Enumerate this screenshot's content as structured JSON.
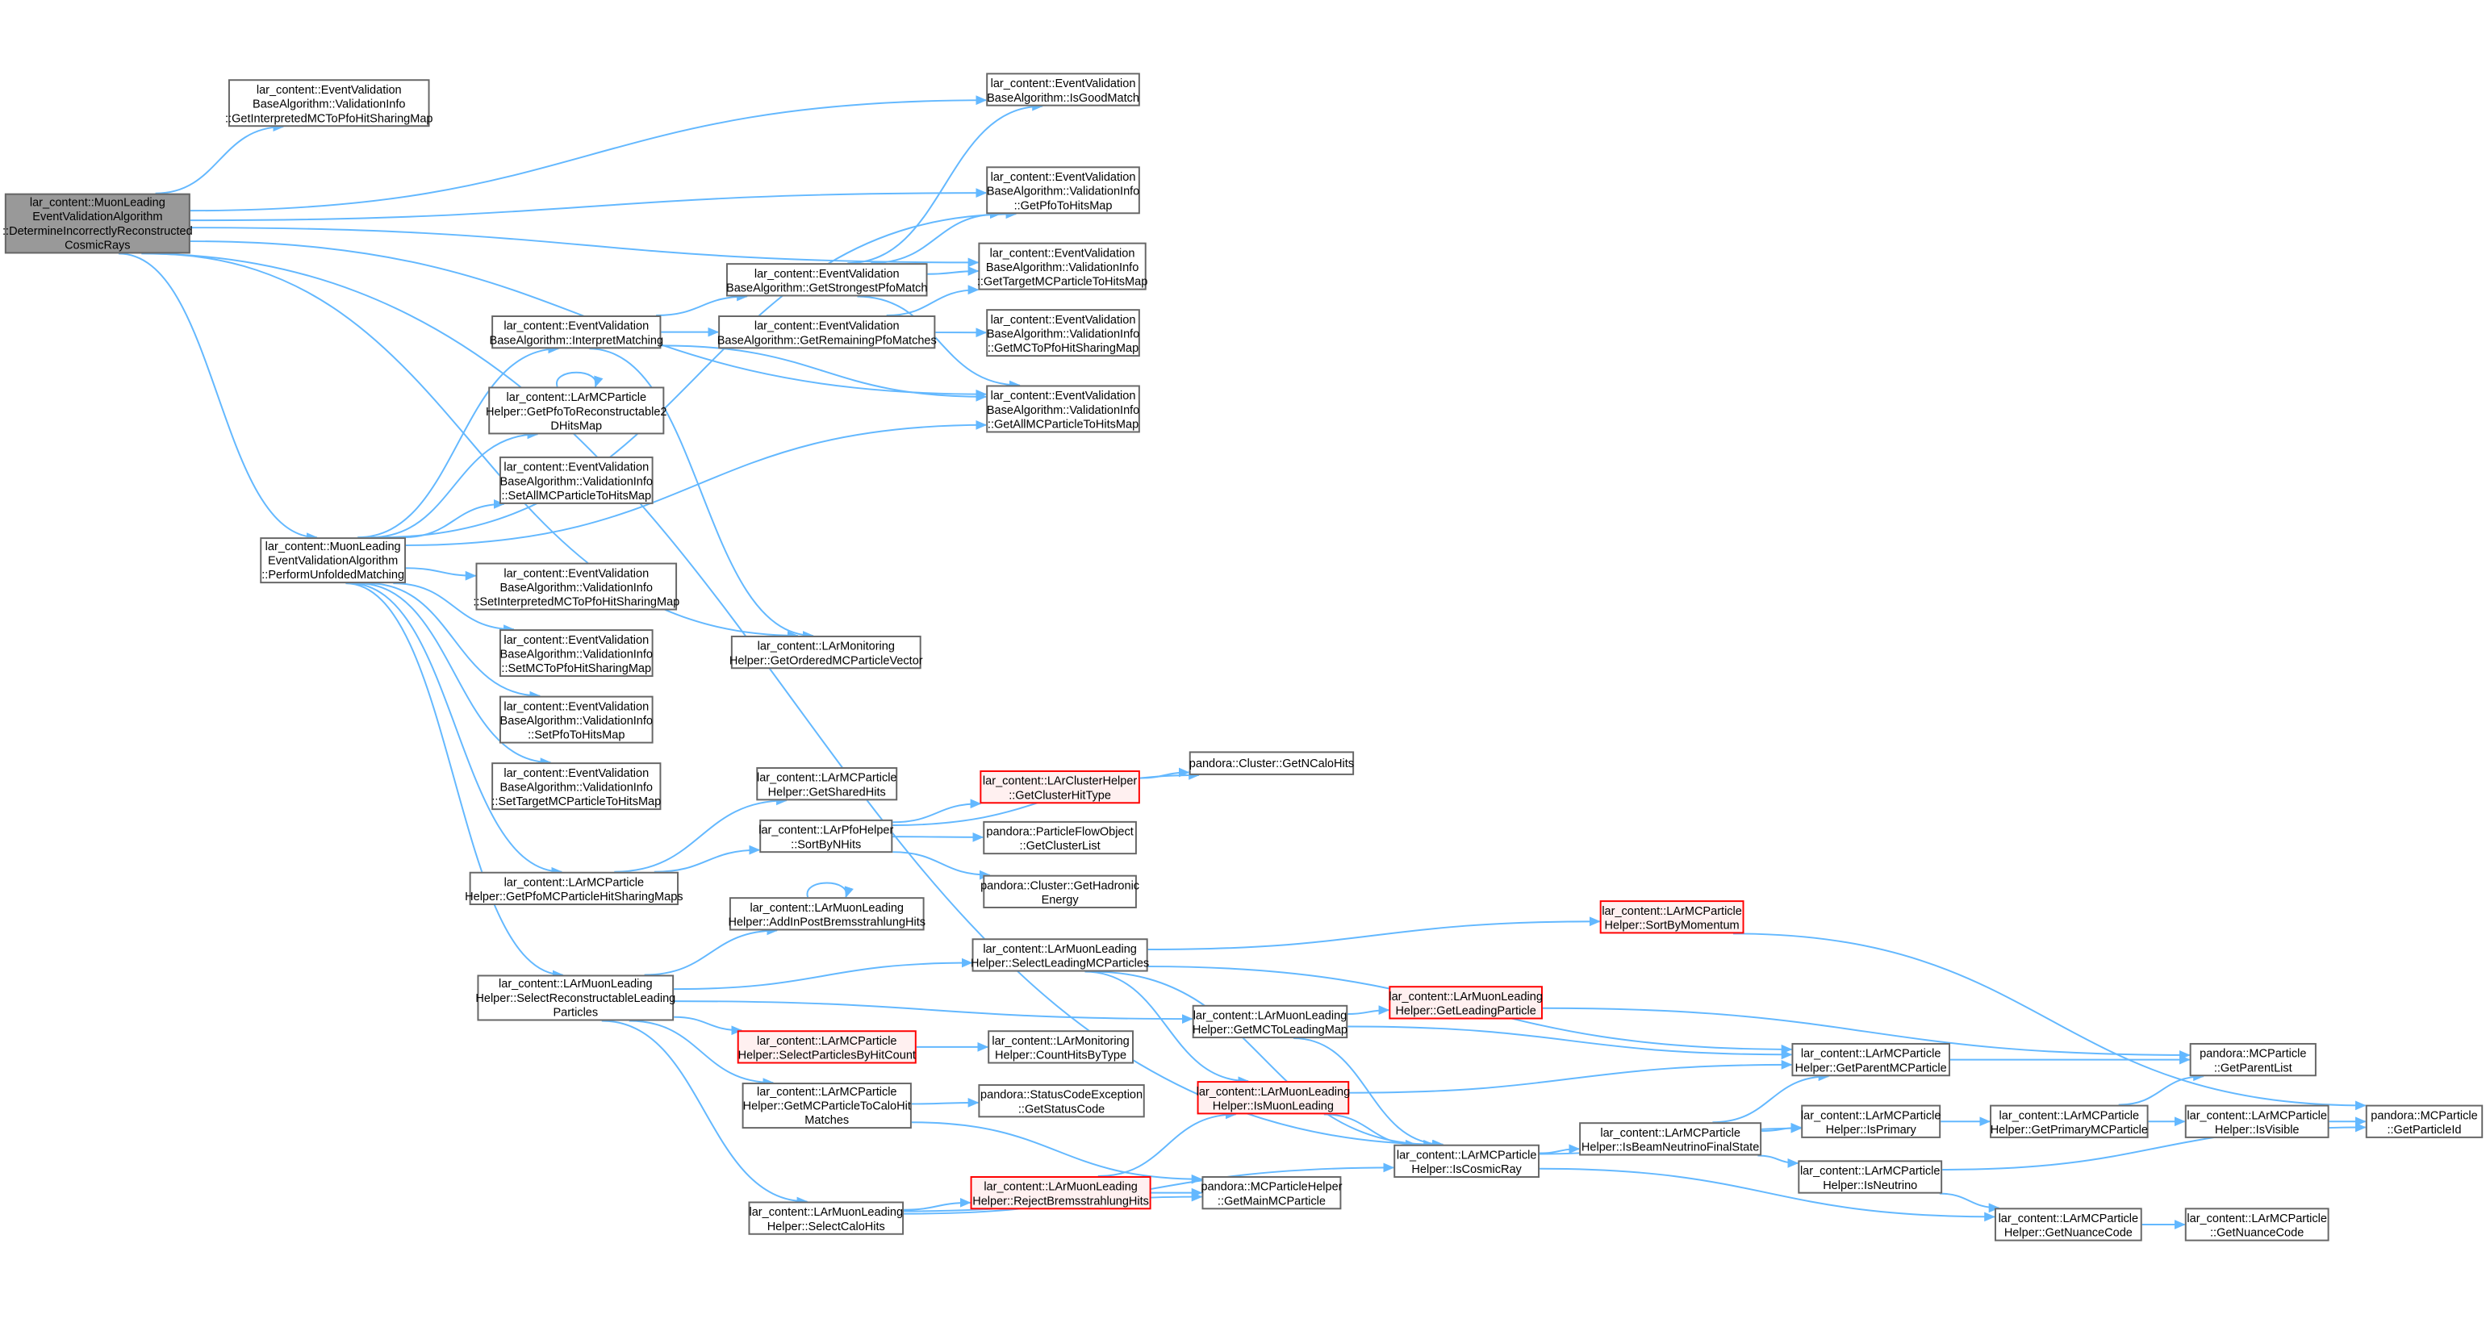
{
  "nodes": [
    {
      "id": "root",
      "lines": [
        "lar_content::MuonLeading",
        "EventValidationAlgorithm",
        "::DetermineIncorrectlyReconstructed",
        "CosmicRays"
      ],
      "style": "root"
    },
    {
      "id": "interpMCToPfoShareMap",
      "lines": [
        "lar_content::EventValidation",
        "BaseAlgorithm::ValidationInfo",
        "::GetInterpretedMCToPfoHitSharingMap"
      ]
    },
    {
      "id": "isGoodMatch",
      "lines": [
        "lar_content::EventValidation",
        "BaseAlgorithm::IsGoodMatch"
      ]
    },
    {
      "id": "getPfoToHitsMap",
      "lines": [
        "lar_content::EventValidation",
        "BaseAlgorithm::ValidationInfo",
        "::GetPfoToHitsMap"
      ]
    },
    {
      "id": "getTargetMCPToHitsMap",
      "lines": [
        "lar_content::EventValidation",
        "BaseAlgorithm::ValidationInfo",
        "::GetTargetMCParticleToHitsMap"
      ]
    },
    {
      "id": "getMCToPfoShareMap",
      "lines": [
        "lar_content::EventValidation",
        "BaseAlgorithm::ValidationInfo",
        "::GetMCToPfoHitSharingMap"
      ]
    },
    {
      "id": "getAllMCPToHitsMap",
      "lines": [
        "lar_content::EventValidation",
        "BaseAlgorithm::ValidationInfo",
        "::GetAllMCParticleToHitsMap"
      ]
    },
    {
      "id": "getStrongestPfoMatch",
      "lines": [
        "lar_content::EventValidation",
        "BaseAlgorithm::GetStrongestPfoMatch"
      ]
    },
    {
      "id": "getRemainingPfoMatches",
      "lines": [
        "lar_content::EventValidation",
        "BaseAlgorithm::GetRemainingPfoMatches"
      ]
    },
    {
      "id": "interpretMatching",
      "lines": [
        "lar_content::EventValidation",
        "BaseAlgorithm::InterpretMatching"
      ]
    },
    {
      "id": "getPfoToReco2D",
      "lines": [
        "lar_content::LArMCParticle",
        "Helper::GetPfoToReconstructable2",
        "DHitsMap"
      ]
    },
    {
      "id": "setAllMCPToHitsMap",
      "lines": [
        "lar_content::EventValidation",
        "BaseAlgorithm::ValidationInfo",
        "::SetAllMCParticleToHitsMap"
      ]
    },
    {
      "id": "performUnfolded",
      "lines": [
        "lar_content::MuonLeading",
        "EventValidationAlgorithm",
        "::PerformUnfoldedMatching"
      ]
    },
    {
      "id": "setInterpMCToPfoShareMap",
      "lines": [
        "lar_content::EventValidation",
        "BaseAlgorithm::ValidationInfo",
        "::SetInterpretedMCToPfoHitSharingMap"
      ]
    },
    {
      "id": "setMCToPfoShareMap",
      "lines": [
        "lar_content::EventValidation",
        "BaseAlgorithm::ValidationInfo",
        "::SetMCToPfoHitSharingMap"
      ]
    },
    {
      "id": "setPfoToHitsMap",
      "lines": [
        "lar_content::EventValidation",
        "BaseAlgorithm::ValidationInfo",
        "::SetPfoToHitsMap"
      ]
    },
    {
      "id": "setTargetMCPToHitsMap",
      "lines": [
        "lar_content::EventValidation",
        "BaseAlgorithm::ValidationInfo",
        "::SetTargetMCParticleToHitsMap"
      ]
    },
    {
      "id": "getOrderedMCPVector",
      "lines": [
        "lar_content::LArMonitoring",
        "Helper::GetOrderedMCParticleVector"
      ]
    },
    {
      "id": "getSharedHits",
      "lines": [
        "lar_content::LArMCParticle",
        "Helper::GetSharedHits"
      ]
    },
    {
      "id": "getNCaloHits",
      "lines": [
        "pandora::Cluster::GetNCaloHits"
      ]
    },
    {
      "id": "getClusterHitType",
      "lines": [
        "lar_content::LArClusterHelper",
        "::GetClusterHitType"
      ],
      "style": "red"
    },
    {
      "id": "sortByNHits",
      "lines": [
        "lar_content::LArPfoHelper",
        "::SortByNHits"
      ]
    },
    {
      "id": "getClusterList",
      "lines": [
        "pandora::ParticleFlowObject",
        "::GetClusterList"
      ]
    },
    {
      "id": "getHadronicEnergy",
      "lines": [
        "pandora::Cluster::GetHadronic",
        "Energy"
      ]
    },
    {
      "id": "getPfoMCPShareMaps",
      "lines": [
        "lar_content::LArMCParticle",
        "Helper::GetPfoMCParticleHitSharingMaps"
      ]
    },
    {
      "id": "addInPostBrems",
      "lines": [
        "lar_content::LArMuonLeading",
        "Helper::AddInPostBremsstrahlungHits"
      ]
    },
    {
      "id": "sortByMomentum",
      "lines": [
        "lar_content::LArMCParticle",
        "Helper::SortByMomentum"
      ],
      "style": "red"
    },
    {
      "id": "selectLeadingMCP",
      "lines": [
        "lar_content::LArMuonLeading",
        "Helper::SelectLeadingMCParticles"
      ]
    },
    {
      "id": "selectRecoLeading",
      "lines": [
        "lar_content::LArMuonLeading",
        "Helper::SelectReconstructableLeading",
        "Particles"
      ]
    },
    {
      "id": "getLeadingParticle",
      "lines": [
        "lar_content::LArMuonLeading",
        "Helper::GetLeadingParticle"
      ],
      "style": "red"
    },
    {
      "id": "getMCToLeadingMap",
      "lines": [
        "lar_content::LArMuonLeading",
        "Helper::GetMCToLeadingMap"
      ]
    },
    {
      "id": "selectParticlesByHitCount",
      "lines": [
        "lar_content::LArMCParticle",
        "Helper::SelectParticlesByHitCount"
      ],
      "style": "red"
    },
    {
      "id": "countHitsByType",
      "lines": [
        "lar_content::LArMonitoring",
        "Helper::CountHitsByType"
      ]
    },
    {
      "id": "getParentMCP",
      "lines": [
        "lar_content::LArMCParticle",
        "Helper::GetParentMCParticle"
      ]
    },
    {
      "id": "getParentList",
      "lines": [
        "pandora::MCParticle",
        "::GetParentList"
      ]
    },
    {
      "id": "isMuonLeading",
      "lines": [
        "lar_content::LArMuonLeading",
        "Helper::IsMuonLeading"
      ],
      "style": "red"
    },
    {
      "id": "getMCPToCaloHitMatches",
      "lines": [
        "lar_content::LArMCParticle",
        "Helper::GetMCParticleToCaloHit",
        "Matches"
      ]
    },
    {
      "id": "getStatusCode",
      "lines": [
        "pandora::StatusCodeException",
        "::GetStatusCode"
      ]
    },
    {
      "id": "isPrimary",
      "lines": [
        "lar_content::LArMCParticle",
        "Helper::IsPrimary"
      ]
    },
    {
      "id": "getPrimaryMCP",
      "lines": [
        "lar_content::LArMCParticle",
        "Helper::GetPrimaryMCParticle"
      ]
    },
    {
      "id": "isVisible",
      "lines": [
        "lar_content::LArMCParticle",
        "Helper::IsVisible"
      ]
    },
    {
      "id": "getParticleId",
      "lines": [
        "pandora::MCParticle",
        "::GetParticleId"
      ]
    },
    {
      "id": "isBeamNuFinal",
      "lines": [
        "lar_content::LArMCParticle",
        "Helper::IsBeamNeutrinoFinalState"
      ]
    },
    {
      "id": "isCosmicRay",
      "lines": [
        "lar_content::LArMCParticle",
        "Helper::IsCosmicRay"
      ]
    },
    {
      "id": "isNeutrino",
      "lines": [
        "lar_content::LArMCParticle",
        "Helper::IsNeutrino"
      ]
    },
    {
      "id": "rejectBrems",
      "lines": [
        "lar_content::LArMuonLeading",
        "Helper::RejectBremsstrahlungHits"
      ],
      "style": "red"
    },
    {
      "id": "getMainMCP",
      "lines": [
        "pandora::MCParticleHelper",
        "::GetMainMCParticle"
      ]
    },
    {
      "id": "selectCaloHits",
      "lines": [
        "lar_content::LArMuonLeading",
        "Helper::SelectCaloHits"
      ]
    },
    {
      "id": "getNuanceCode",
      "lines": [
        "lar_content::LArMCParticle",
        "Helper::GetNuanceCode"
      ]
    },
    {
      "id": "getNuanceCode2",
      "lines": [
        "lar_content::LArMCParticle",
        "::GetNuanceCode"
      ]
    }
  ],
  "edges": [
    [
      "root",
      "interpMCToPfoShareMap"
    ],
    [
      "root",
      "isGoodMatch"
    ],
    [
      "root",
      "getPfoToHitsMap"
    ],
    [
      "root",
      "getTargetMCPToHitsMap"
    ],
    [
      "root",
      "getAllMCPToHitsMap"
    ],
    [
      "root",
      "performUnfolded"
    ],
    [
      "root",
      "getOrderedMCPVector"
    ],
    [
      "root",
      "isCosmicRay"
    ],
    [
      "performUnfolded",
      "getPfoToHitsMap"
    ],
    [
      "performUnfolded",
      "interpretMatching"
    ],
    [
      "performUnfolded",
      "getPfoToReco2D"
    ],
    [
      "performUnfolded",
      "setAllMCPToHitsMap"
    ],
    [
      "performUnfolded",
      "getAllMCPToHitsMap"
    ],
    [
      "performUnfolded",
      "setInterpMCToPfoShareMap"
    ],
    [
      "performUnfolded",
      "setMCToPfoShareMap"
    ],
    [
      "performUnfolded",
      "setPfoToHitsMap"
    ],
    [
      "performUnfolded",
      "setTargetMCPToHitsMap"
    ],
    [
      "performUnfolded",
      "getPfoMCPShareMaps"
    ],
    [
      "performUnfolded",
      "selectRecoLeading"
    ],
    [
      "interpretMatching",
      "getStrongestPfoMatch"
    ],
    [
      "interpretMatching",
      "getRemainingPfoMatches"
    ],
    [
      "interpretMatching",
      "getAllMCPToHitsMap"
    ],
    [
      "interpretMatching",
      "getOrderedMCPVector"
    ],
    [
      "getStrongestPfoMatch",
      "isGoodMatch"
    ],
    [
      "getStrongestPfoMatch",
      "getPfoToHitsMap"
    ],
    [
      "getStrongestPfoMatch",
      "getTargetMCPToHitsMap"
    ],
    [
      "getStrongestPfoMatch",
      "getAllMCPToHitsMap"
    ],
    [
      "getRemainingPfoMatches",
      "getTargetMCPToHitsMap"
    ],
    [
      "getRemainingPfoMatches",
      "getMCToPfoShareMap"
    ],
    [
      "getPfoToReco2D",
      "getPfoToReco2D"
    ],
    [
      "getPfoMCPShareMaps",
      "getSharedHits"
    ],
    [
      "getPfoMCPShareMaps",
      "sortByNHits"
    ],
    [
      "sortByNHits",
      "getNCaloHits"
    ],
    [
      "sortByNHits",
      "getClusterHitType"
    ],
    [
      "sortByNHits",
      "getClusterList"
    ],
    [
      "sortByNHits",
      "getHadronicEnergy"
    ],
    [
      "getClusterHitType",
      "getNCaloHits"
    ],
    [
      "selectRecoLeading",
      "addInPostBrems"
    ],
    [
      "selectRecoLeading",
      "selectLeadingMCP"
    ],
    [
      "selectRecoLeading",
      "getMCToLeadingMap"
    ],
    [
      "selectRecoLeading",
      "selectParticlesByHitCount"
    ],
    [
      "selectRecoLeading",
      "getMCPToCaloHitMatches"
    ],
    [
      "selectRecoLeading",
      "selectCaloHits"
    ],
    [
      "addInPostBrems",
      "addInPostBrems"
    ],
    [
      "selectLeadingMCP",
      "sortByMomentum"
    ],
    [
      "selectLeadingMCP",
      "getParentMCP"
    ],
    [
      "selectLeadingMCP",
      "isMuonLeading"
    ],
    [
      "selectLeadingMCP",
      "isCosmicRay"
    ],
    [
      "sortByMomentum",
      "getParticleId"
    ],
    [
      "getMCToLeadingMap",
      "getLeadingParticle"
    ],
    [
      "getMCToLeadingMap",
      "getParentMCP"
    ],
    [
      "getMCToLeadingMap",
      "isCosmicRay"
    ],
    [
      "getLeadingParticle",
      "getParentList"
    ],
    [
      "selectParticlesByHitCount",
      "countHitsByType"
    ],
    [
      "getMCPToCaloHitMatches",
      "getStatusCode"
    ],
    [
      "getMCPToCaloHitMatches",
      "getMainMCP"
    ],
    [
      "selectCaloHits",
      "rejectBrems"
    ],
    [
      "selectCaloHits",
      "getMainMCP"
    ],
    [
      "selectCaloHits",
      "isCosmicRay"
    ],
    [
      "rejectBrems",
      "isMuonLeading"
    ],
    [
      "rejectBrems",
      "getMainMCP"
    ],
    [
      "isMuonLeading",
      "getParentMCP"
    ],
    [
      "isMuonLeading",
      "isCosmicRay"
    ],
    [
      "getParentMCP",
      "getParentList"
    ],
    [
      "isCosmicRay",
      "isBeamNuFinal"
    ],
    [
      "isCosmicRay",
      "isPrimary"
    ],
    [
      "isCosmicRay",
      "getNuanceCode"
    ],
    [
      "isBeamNuFinal",
      "getParentMCP"
    ],
    [
      "isBeamNuFinal",
      "isPrimary"
    ],
    [
      "isBeamNuFinal",
      "isNeutrino"
    ],
    [
      "isPrimary",
      "getPrimaryMCP"
    ],
    [
      "getPrimaryMCP",
      "getParentList"
    ],
    [
      "getPrimaryMCP",
      "isVisible"
    ],
    [
      "isVisible",
      "getParticleId"
    ],
    [
      "isNeutrino",
      "getNuanceCode"
    ],
    [
      "isNeutrino",
      "getParticleId"
    ],
    [
      "getNuanceCode",
      "getNuanceCode2"
    ]
  ]
}
